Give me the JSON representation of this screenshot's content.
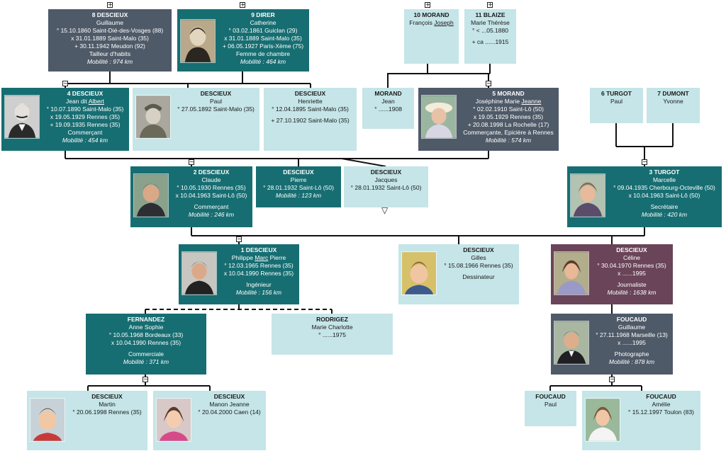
{
  "persons": {
    "guillaume_descieux": {
      "header": "8 DESCIEUX",
      "given": "Guillaume",
      "l1": "° 15.10.1860 Saint-Dié-des-Vosges (88)",
      "l2": "x 31.01.1889 Saint-Malo (35)",
      "l3": "+ 30.11.1942 Meudon (92)",
      "occupation": "Tailleur d'habits",
      "mobility": "Mobilité :  974 km"
    },
    "catherine_direr": {
      "header": "9 DIRER",
      "given": "Catherine",
      "l1": "° 03.02.1861 Guiclan (29)",
      "l2": "x 31.01.1889 Saint-Malo (35)",
      "l3": "+ 06.05.1927 Paris-Xème (75)",
      "occupation": "Femme de chambre",
      "mobility": "Mobilité :  464 km"
    },
    "francois_morand": {
      "header": "10 MORAND",
      "given_pre": "François ",
      "given_u": "Joseph"
    },
    "marie_therese_blaize": {
      "header": "11 BLAIZE",
      "given": "Marie Thérèse",
      "l1": "° < ...05.1880",
      "l2": "+ ca ......1915"
    },
    "jean_albert_descieux": {
      "header": "4 DESCIEUX",
      "given_pre": "Jean dit ",
      "given_u": "Albert",
      "l1": "° 10.07.1890 Saint-Malo (35)",
      "l2": "x 19.05.1929 Rennes (35)",
      "l3": "+ 19.09.1935 Rennes (35)",
      "occupation": "Commerçant",
      "mobility": "Mobilité :  454 km"
    },
    "paul_descieux_1892": {
      "header": "DESCIEUX",
      "given": "Paul",
      "l1": "° 27.05.1892 Saint-Malo (35)"
    },
    "henriette_descieux": {
      "header": "DESCIEUX",
      "given": "Henriette",
      "l1": "° 12.04.1895 Saint-Malo (35)",
      "l2": "+ 27.10.1902 Saint-Malo (35)"
    },
    "jean_morand": {
      "header": "MORAND",
      "given": "Jean",
      "l1": "° ......1908"
    },
    "josephine_morand": {
      "header": "5 MORAND",
      "given_pre": "Joséphine Marie ",
      "given_u": "Jeanne",
      "l1": "° 02.02.1910 Saint-Lô (50)",
      "l2": "x 19.05.1929 Rennes (35)",
      "l3": "+ 20.08.1998 La Rochelle (17)",
      "occupation": "Commerçante, Epicière à Rennes",
      "mobility": "Mobilité :  574 km"
    },
    "paul_turgot": {
      "header": "6 TURGOT",
      "given": "Paul"
    },
    "yvonne_dumont": {
      "header": "7 DUMONT",
      "given": "Yvonne"
    },
    "claude_descieux": {
      "header": "2 DESCIEUX",
      "given": "Claude",
      "l1": "° 10.05.1930 Rennes (35)",
      "l2": "x 10.04.1963 Saint-Lô (50)",
      "occupation": "Commerçant",
      "mobility": "Mobilité :  246 km"
    },
    "pierre_descieux": {
      "header": "DESCIEUX",
      "given": "Pierre",
      "l1": "° 28.01.1932 Saint-Lô (50)",
      "mobility": "Mobilité :  123 km"
    },
    "jacques_descieux": {
      "header": "DESCIEUX",
      "given": "Jacques",
      "l1": "° 28.01.1932 Saint-Lô (50)"
    },
    "marcelle_turgot": {
      "header": "3 TURGOT",
      "given": "Marcelle",
      "l1": "° 09.04.1935 Cherbourg-Octeville (50)",
      "l2": "x 10.04.1963 Saint-Lô (50)",
      "occupation": "Secrétaire",
      "mobility": "Mobilité :  420 km"
    },
    "marc_descieux": {
      "header": "1 DESCIEUX",
      "given_pre": "Philippe ",
      "given_u": "Marc",
      "given_post": " Pierre",
      "l1": "° 12.03.1965 Rennes (35)",
      "l2": "x 10.04.1990 Rennes (35)",
      "occupation": "Ingénieur",
      "mobility": "Mobilité :  156 km"
    },
    "gilles_descieux": {
      "header": "DESCIEUX",
      "given": "Gilles",
      "l1": "° 15.08.1966 Rennes (35)",
      "occupation": "Dessinateur"
    },
    "celine_descieux": {
      "header": "DESCIEUX",
      "given": "Céline",
      "l1": "° 30.04.1970 Rennes (35)",
      "l2": "x ......1995",
      "occupation": "Journaliste",
      "mobility": "Mobilité :  1638 km"
    },
    "anne_sophie_fernandez": {
      "header": "FERNANDEZ",
      "given": "Anne Sophie",
      "l1": "° 10.05.1968 Bordeaux (33)",
      "l2": "x 10.04.1990 Rennes (35)",
      "occupation": "Commerciale",
      "mobility": "Mobilité :  371 km"
    },
    "marie_charlotte_rodrigez": {
      "header": "RODRIGEZ",
      "given": "Marie Charlotte",
      "l1": "° ......1975"
    },
    "guillaume_foucaud": {
      "header": "FOUCAUD",
      "given": "Guillaume",
      "l1": "° 27.11.1968 Marseille (13)",
      "l2": "x ......1995",
      "occupation": "Photographe",
      "mobility": "Mobilité :  878 km"
    },
    "martin_descieux": {
      "header": "DESCIEUX",
      "given": "Martin",
      "l1": "° 20.06.1998 Rennes (35)"
    },
    "manon_descieux": {
      "header": "DESCIEUX",
      "given": "Manon Jeanne",
      "l1": "° 20.04.2000 Caen (14)"
    },
    "paul_foucaud": {
      "header": "FOUCAUD",
      "given": "Paul"
    },
    "amelie_foucaud": {
      "header": "FOUCAUD",
      "given": "Amélie",
      "l1": "° 15.12.1997 Toulon (83)"
    }
  },
  "toggles": {
    "expand": "+",
    "collapse": "−"
  },
  "more_indicator": "▽",
  "colors": {
    "dark_box": "#176e72",
    "slate_box": "#4f5a68",
    "plum_box": "#6a4458",
    "light_box": "#c5e5e8",
    "line": "#000000"
  }
}
